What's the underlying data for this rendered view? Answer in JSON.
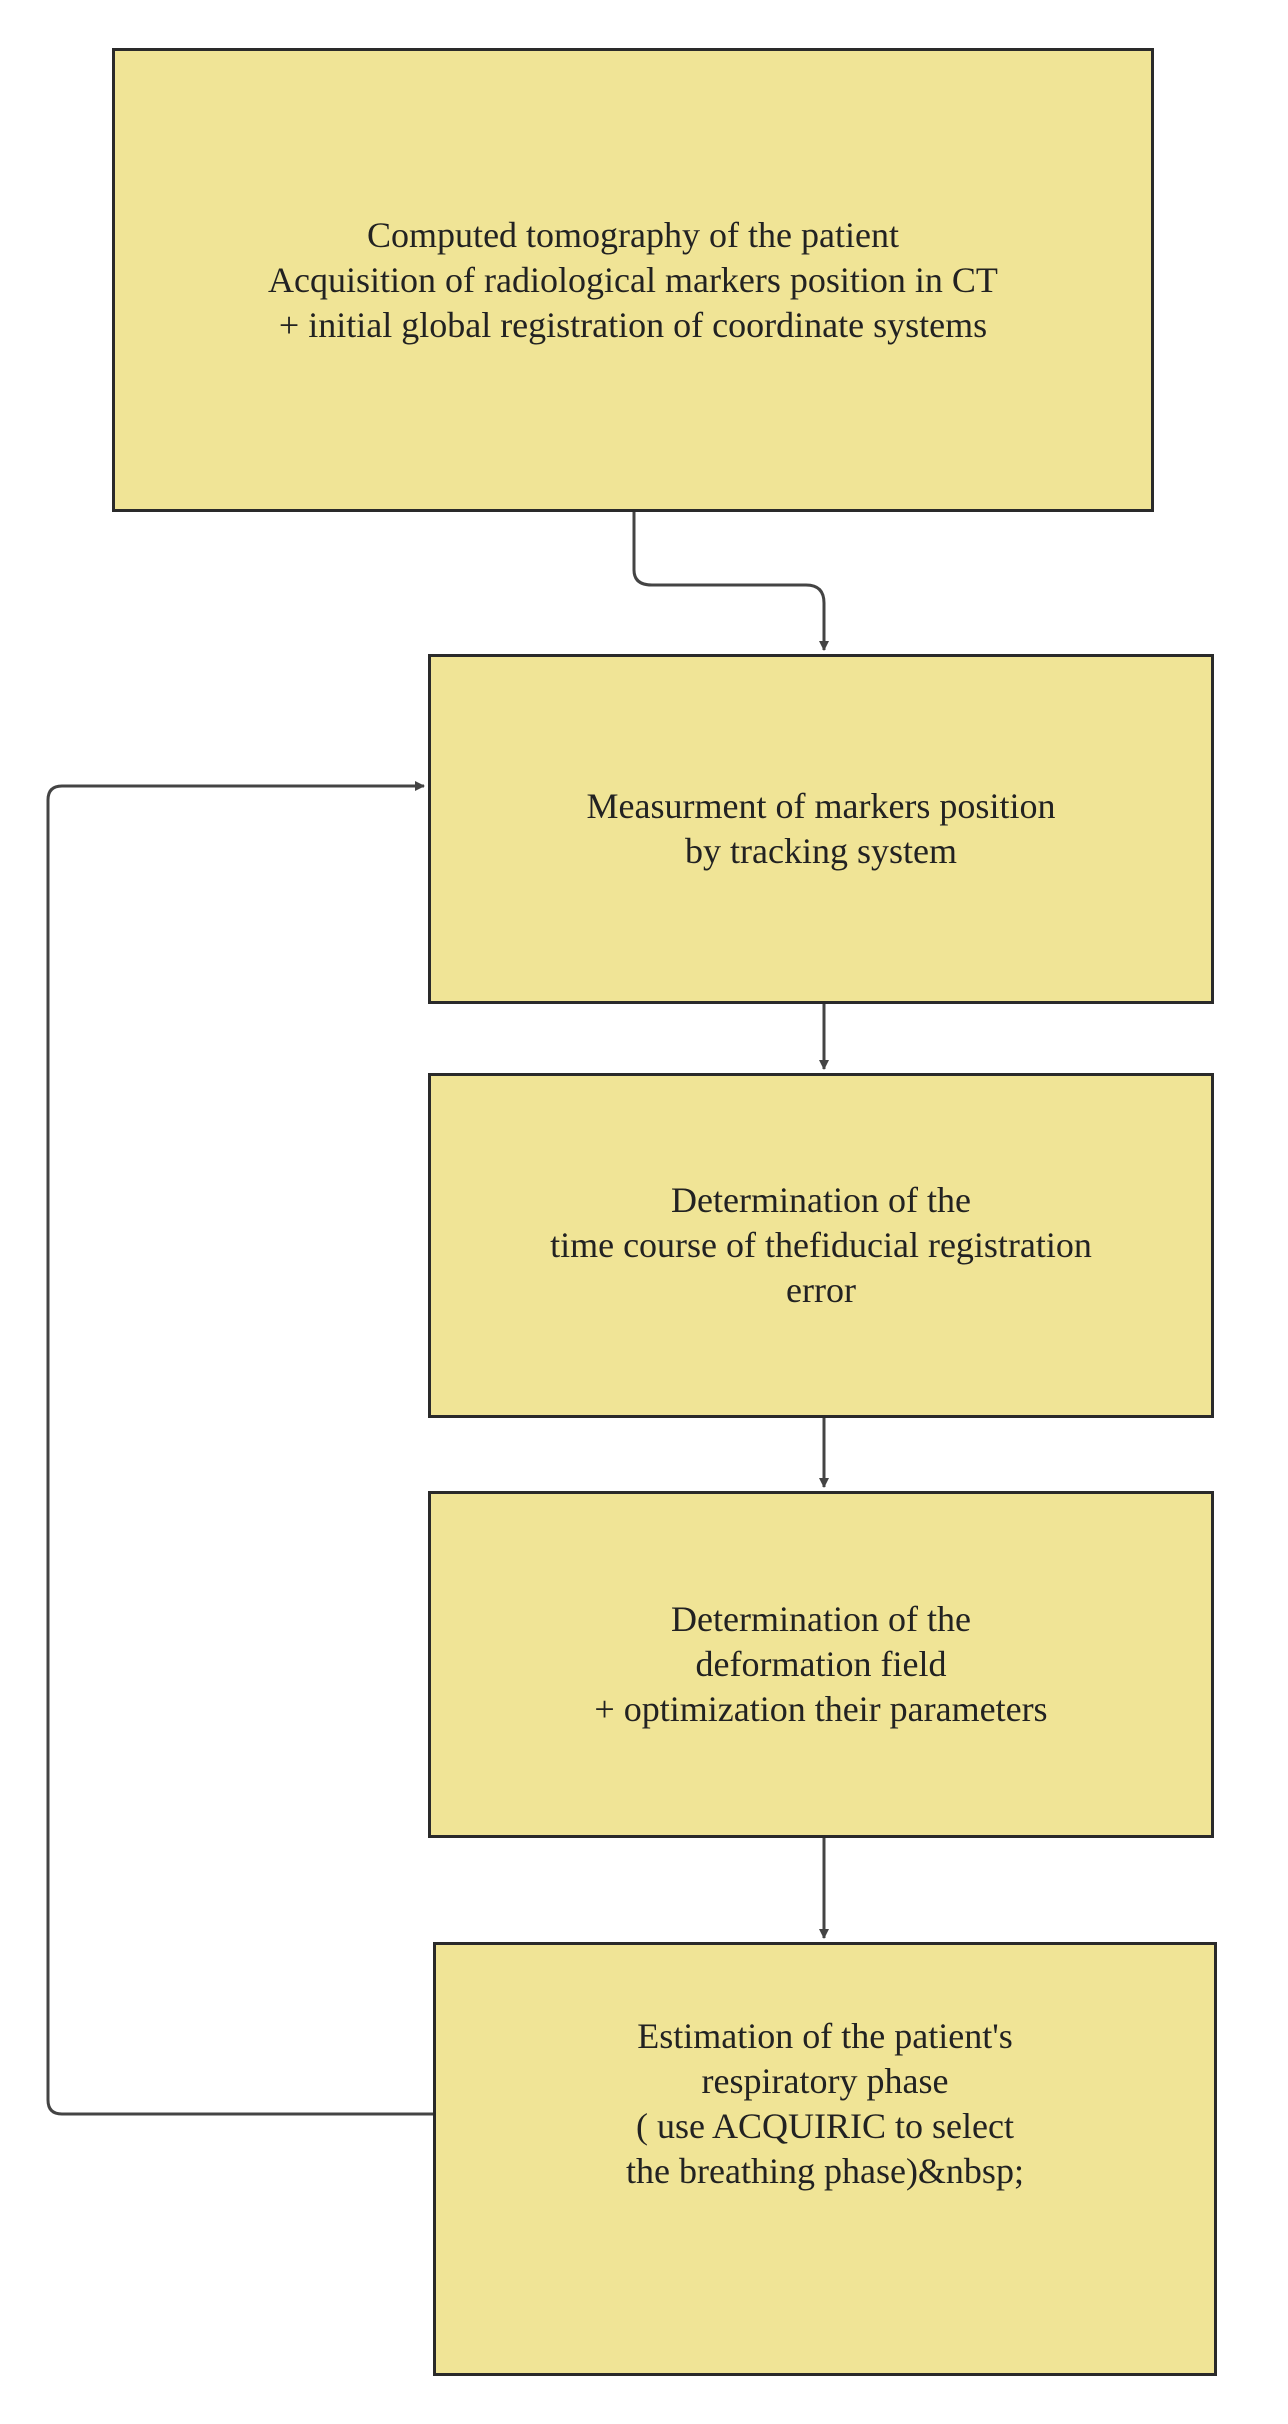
{
  "diagram": {
    "boxes": [
      {
        "id": "box-1",
        "lines": [
          "Computed tomography of the patient",
          "Acquisition of radiological markers position in CT",
          "+ initial global registration of coordinate systems"
        ]
      },
      {
        "id": "box-2",
        "lines": [
          "Measurment of markers position",
          "by tracking system"
        ]
      },
      {
        "id": "box-3",
        "lines": [
          "Determination of the",
          "time course of thefiducial registration",
          "error"
        ]
      },
      {
        "id": "box-4",
        "lines": [
          "Determination of the",
          "deformation field",
          "+ optimization their parameters"
        ]
      },
      {
        "id": "box-5",
        "lines": [
          "Estimation of the patient's",
          "respiratory phase",
          "( use ACQUIRIC to select",
          "the breathing phase)&nbsp;"
        ]
      }
    ],
    "colors": {
      "box_fill": "#f0e496",
      "box_border": "#2a2a2a",
      "connector": "#444444",
      "text": "#222222"
    }
  }
}
